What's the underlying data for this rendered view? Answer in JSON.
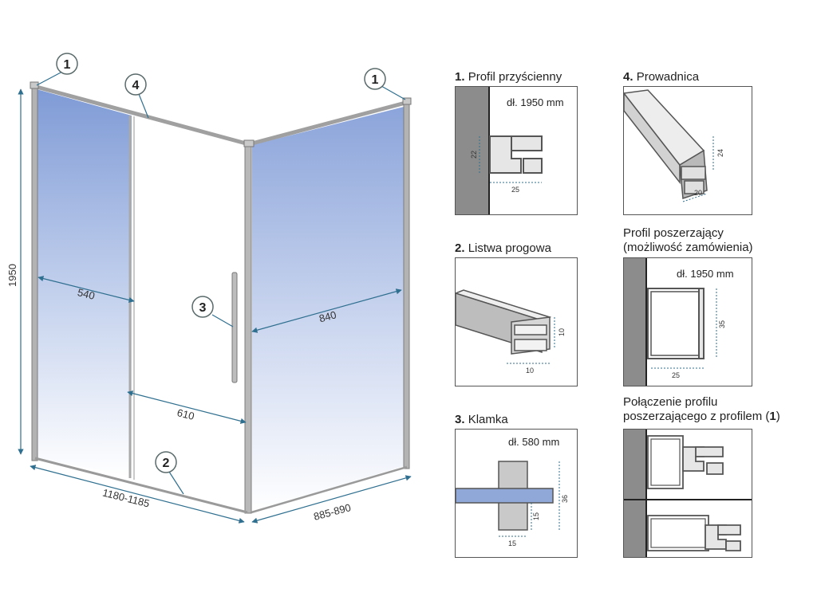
{
  "main": {
    "height": "1950",
    "w540": "540",
    "w840": "840",
    "w610": "610",
    "bottom_left": "1180-1185",
    "bottom_right": "885-890",
    "callouts": [
      "1",
      "1",
      "4",
      "3",
      "2"
    ]
  },
  "panels": [
    {
      "num": "1.",
      "title": "Profil przyścienny",
      "note": "dł. 1950 mm",
      "dim_h": "22",
      "dim_w": "25"
    },
    {
      "num": "4.",
      "title": "Prowadnica",
      "dim_h": "24",
      "dim_w": "20"
    },
    {
      "num": "2.",
      "title": "Listwa progowa",
      "dim_h": "10",
      "dim_w": "10"
    },
    {
      "num": "",
      "title_line1": "Profil poszerzający",
      "title_line2": "(możliwość zamówienia)",
      "note": "dł. 1950 mm",
      "dim_h": "35",
      "dim_w": "25"
    },
    {
      "num": "3.",
      "title": "Klamka",
      "note": "dł. 580 mm",
      "dim_h": "36",
      "dim_h2": "15",
      "dim_w": "15"
    },
    {
      "num": "",
      "title_line1": "Połączenie profilu",
      "title_line2_pre": "poszerzającego z profilem (",
      "title_line2_bold": "1",
      "title_line2_post": ")"
    }
  ],
  "colors": {
    "glass": "#8fa8d8",
    "frame": "#9a9a9a",
    "dim": "#2f6f8f",
    "wall": "#8c8c8c"
  }
}
